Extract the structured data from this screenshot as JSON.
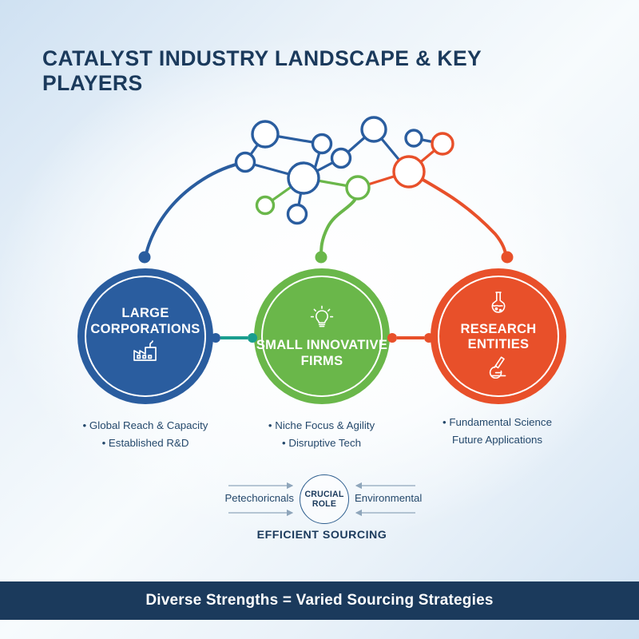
{
  "header": {
    "title": "CATALYST INDUSTRY LANDSCAPE & KEY PLAYERS"
  },
  "colors": {
    "navy": "#1b3a5c",
    "blue": "#2a5d9f",
    "green": "#6ab74a",
    "orange": "#e8502a",
    "teal_dot": "#1a9e8f",
    "text_blue": "#24486b",
    "background_edge": "#cfe1f2",
    "background_center": "#ffffff"
  },
  "network": {
    "label": "network-of-nodes-illustration",
    "blue_nodes": 9,
    "green_nodes": 2,
    "orange_nodes": 2,
    "tendril_endpoints": [
      "blue-left",
      "green-center",
      "orange-right"
    ]
  },
  "pillars": [
    {
      "id": "large-corporations",
      "label": "LARGE CORPORATIONS",
      "color": "#2a5d9f",
      "icon": "factory-icon",
      "icon_position": "below",
      "bullets": [
        {
          "text": "Global Reach & Capacity",
          "bullet": true
        },
        {
          "text": "Established R&D",
          "bullet": true
        }
      ]
    },
    {
      "id": "small-innovative-firms",
      "label": "SMALL INNOVATIVE FIRMS",
      "color": "#6ab74a",
      "icon": "lightbulb-icon",
      "icon_position": "above",
      "bullets": [
        {
          "text": "Niche Focus & Agility",
          "bullet": true
        },
        {
          "text": "Disruptive Tech",
          "bullet": true
        }
      ]
    },
    {
      "id": "research-entities",
      "label": "RESEARCH ENTITIES",
      "color": "#e8502a",
      "icon": "flask-icon",
      "icon_secondary": "microscope-icon",
      "icon_position": "both",
      "bullets": [
        {
          "text": "Fundamental Science",
          "bullet": true
        },
        {
          "text": "Future Applications",
          "bullet": false
        }
      ]
    }
  ],
  "crucial": {
    "circle_line1": "CRUCIAL",
    "circle_line2": "ROLE",
    "left_label": "Petechoricnals",
    "right_label": "Environmental",
    "caption": "EFFICIENT SOURCING"
  },
  "footer": {
    "text": "Diverse Strengths = Varied Sourcing Strategies"
  }
}
